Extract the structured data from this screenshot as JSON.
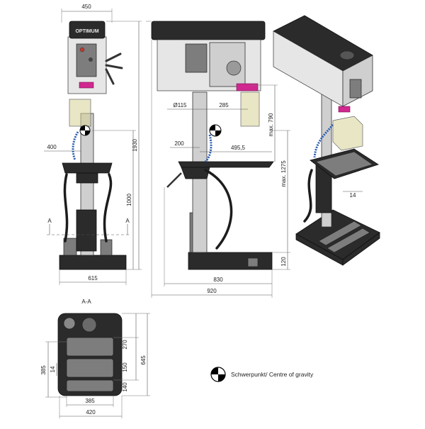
{
  "brand": "OPTIMUM",
  "dims_front": {
    "width_top": "450",
    "spindle_offset": "400",
    "height_total": "1930",
    "table_height": "1000",
    "base_width": "615",
    "section_mark": "A"
  },
  "dims_side": {
    "column_diameter": "Ø115",
    "throat": "285",
    "max_790": "max. 790",
    "arm_200": "200",
    "reach": "495,5",
    "max_1275": "max. 1275",
    "base_height": "120",
    "depth_830": "830",
    "depth_920": "920"
  },
  "dims_iso": {
    "table_slot": "14"
  },
  "section": {
    "title": "A-A",
    "d_270": "270",
    "d_645": "645",
    "d_150": "150",
    "d_140": "140",
    "d_385_left": "385",
    "d_14": "14",
    "d_385_bottom": "385",
    "d_420": "420"
  },
  "legend": {
    "cog": "Schwerpunkt/ Centre of gravity"
  }
}
